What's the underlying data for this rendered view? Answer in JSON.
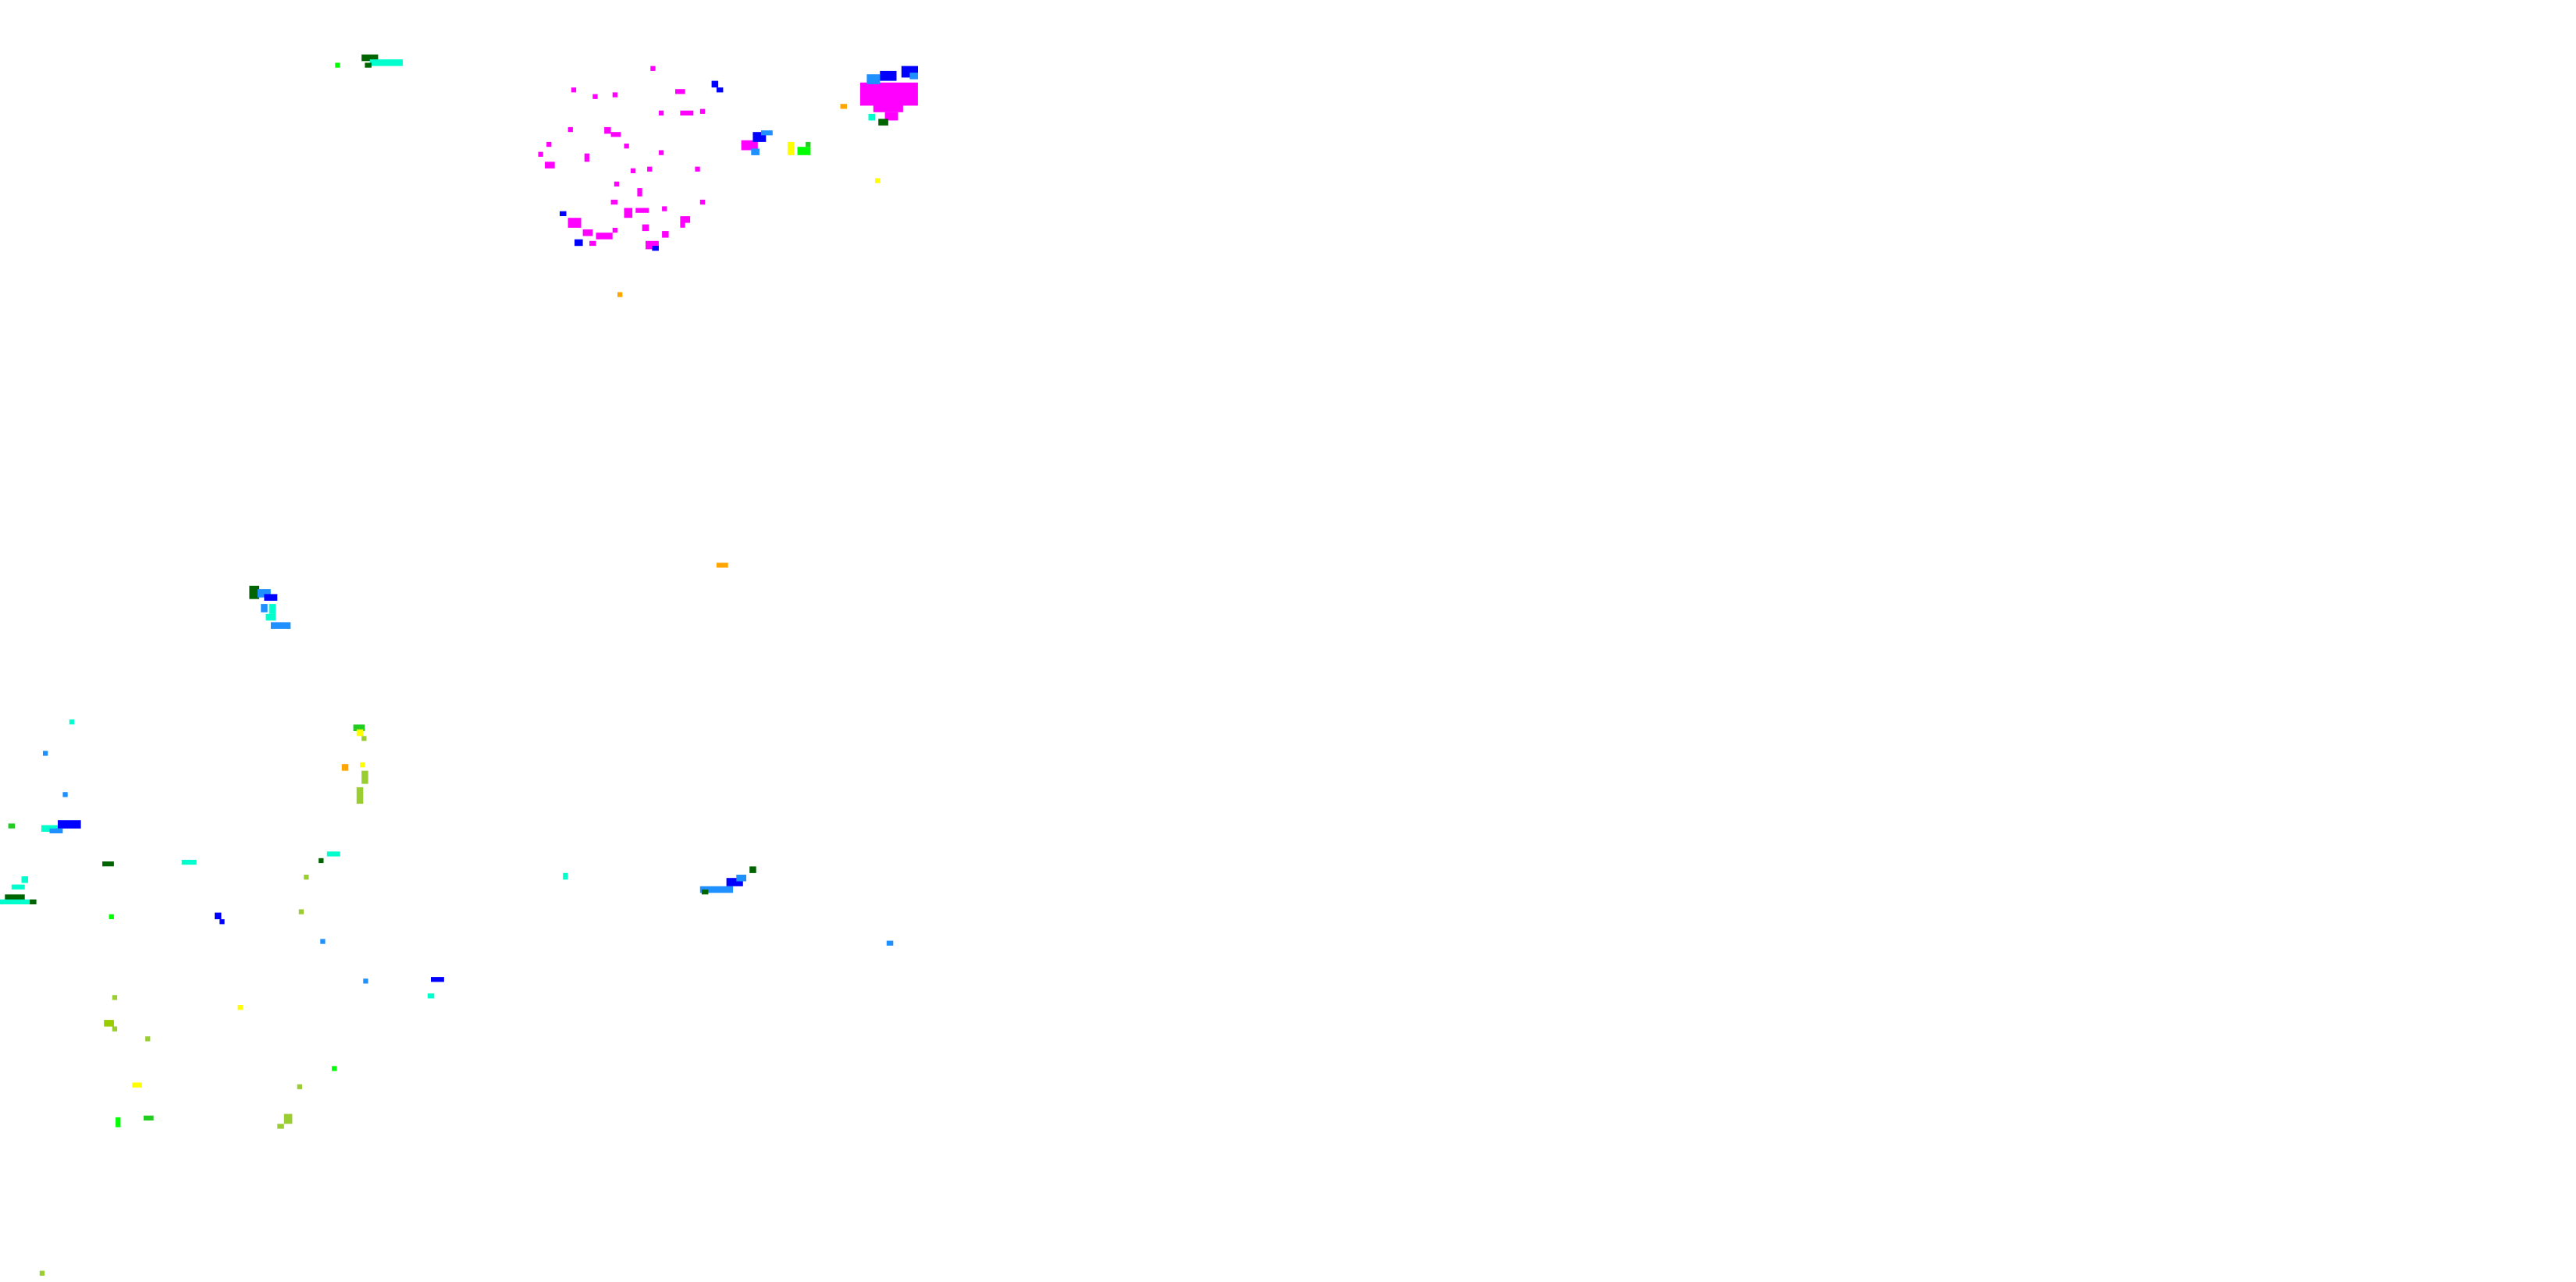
{
  "canvas": {
    "background": "#ffffff",
    "text": ""
  },
  "palette": {
    "magenta": "#ff00ff",
    "blue": "#0000ff",
    "dodger_blue": "#1e90ff",
    "cyan": "#00e5ff",
    "aquamarine": "#00ffcc",
    "lime": "#00ff00",
    "green": "#22cc22",
    "dark_green": "#006400",
    "yellow_green": "#99cc00",
    "olive": "#9acd32",
    "yellow": "#ffff00",
    "orange": "#ffa500"
  },
  "clusters": [
    {
      "name": "magenta-scatter-cluster",
      "dominant_color": "magenta"
    },
    {
      "name": "magenta-block-cluster",
      "dominant_color": "magenta"
    },
    {
      "name": "blue-cyan-hook-cluster",
      "dominant_color": "dodger_blue"
    },
    {
      "name": "lower-left-multicolor-cluster",
      "dominant_color": "cyan"
    },
    {
      "name": "blue-dash-cluster",
      "dominant_color": "dodger_blue"
    }
  ]
}
